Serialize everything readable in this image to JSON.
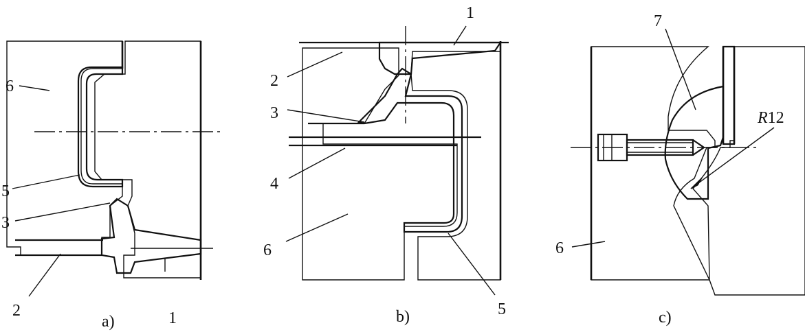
{
  "figure_a": {
    "caption": "a)",
    "labels": {
      "l6": "6",
      "l5": "5",
      "l3": "3",
      "l2": "2",
      "l1": "1"
    }
  },
  "figure_b": {
    "caption": "b)",
    "labels": {
      "l1": "1",
      "l2": "2",
      "l3": "3",
      "l4": "4",
      "l6": "6",
      "l5": "5"
    }
  },
  "figure_c": {
    "caption": "c)",
    "labels": {
      "l7": "7",
      "l6": "6",
      "r12_r": "R",
      "r12_n": "12"
    }
  }
}
